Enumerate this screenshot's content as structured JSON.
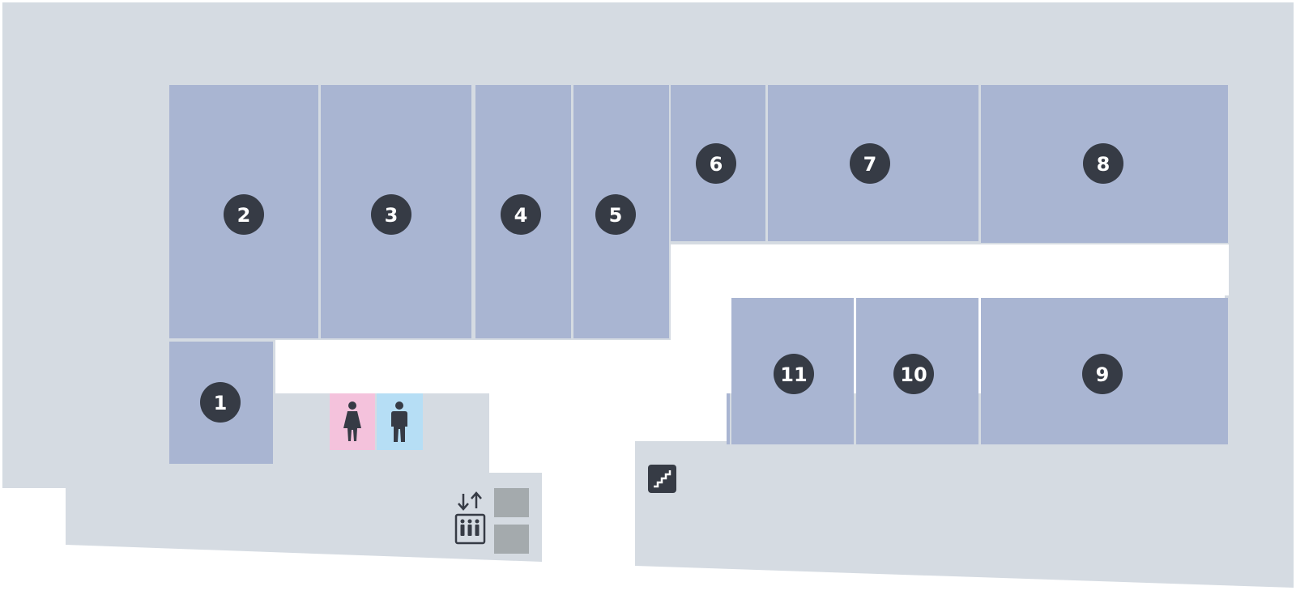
{
  "map": {
    "colors": {
      "common_area": "#d5dbe2",
      "store": "#a9b5d2",
      "walkway": "#ffffff",
      "marker": "#363b45",
      "marker_text": "#ffffff",
      "women_restroom": "#f4c2dc",
      "men_restroom": "#b6def5",
      "elevator_car": "#a4aaad",
      "icon_dark": "#363b45"
    },
    "stores": [
      {
        "number": "1"
      },
      {
        "number": "2"
      },
      {
        "number": "3"
      },
      {
        "number": "4"
      },
      {
        "number": "5"
      },
      {
        "number": "6"
      },
      {
        "number": "7"
      },
      {
        "number": "8"
      },
      {
        "number": "9"
      },
      {
        "number": "10"
      },
      {
        "number": "11"
      }
    ],
    "facilities": {
      "women_restroom_icon": "woman-icon",
      "men_restroom_icon": "man-icon",
      "elevator_icon": "elevator-icon",
      "stairs_icon": "stairs-icon"
    }
  }
}
